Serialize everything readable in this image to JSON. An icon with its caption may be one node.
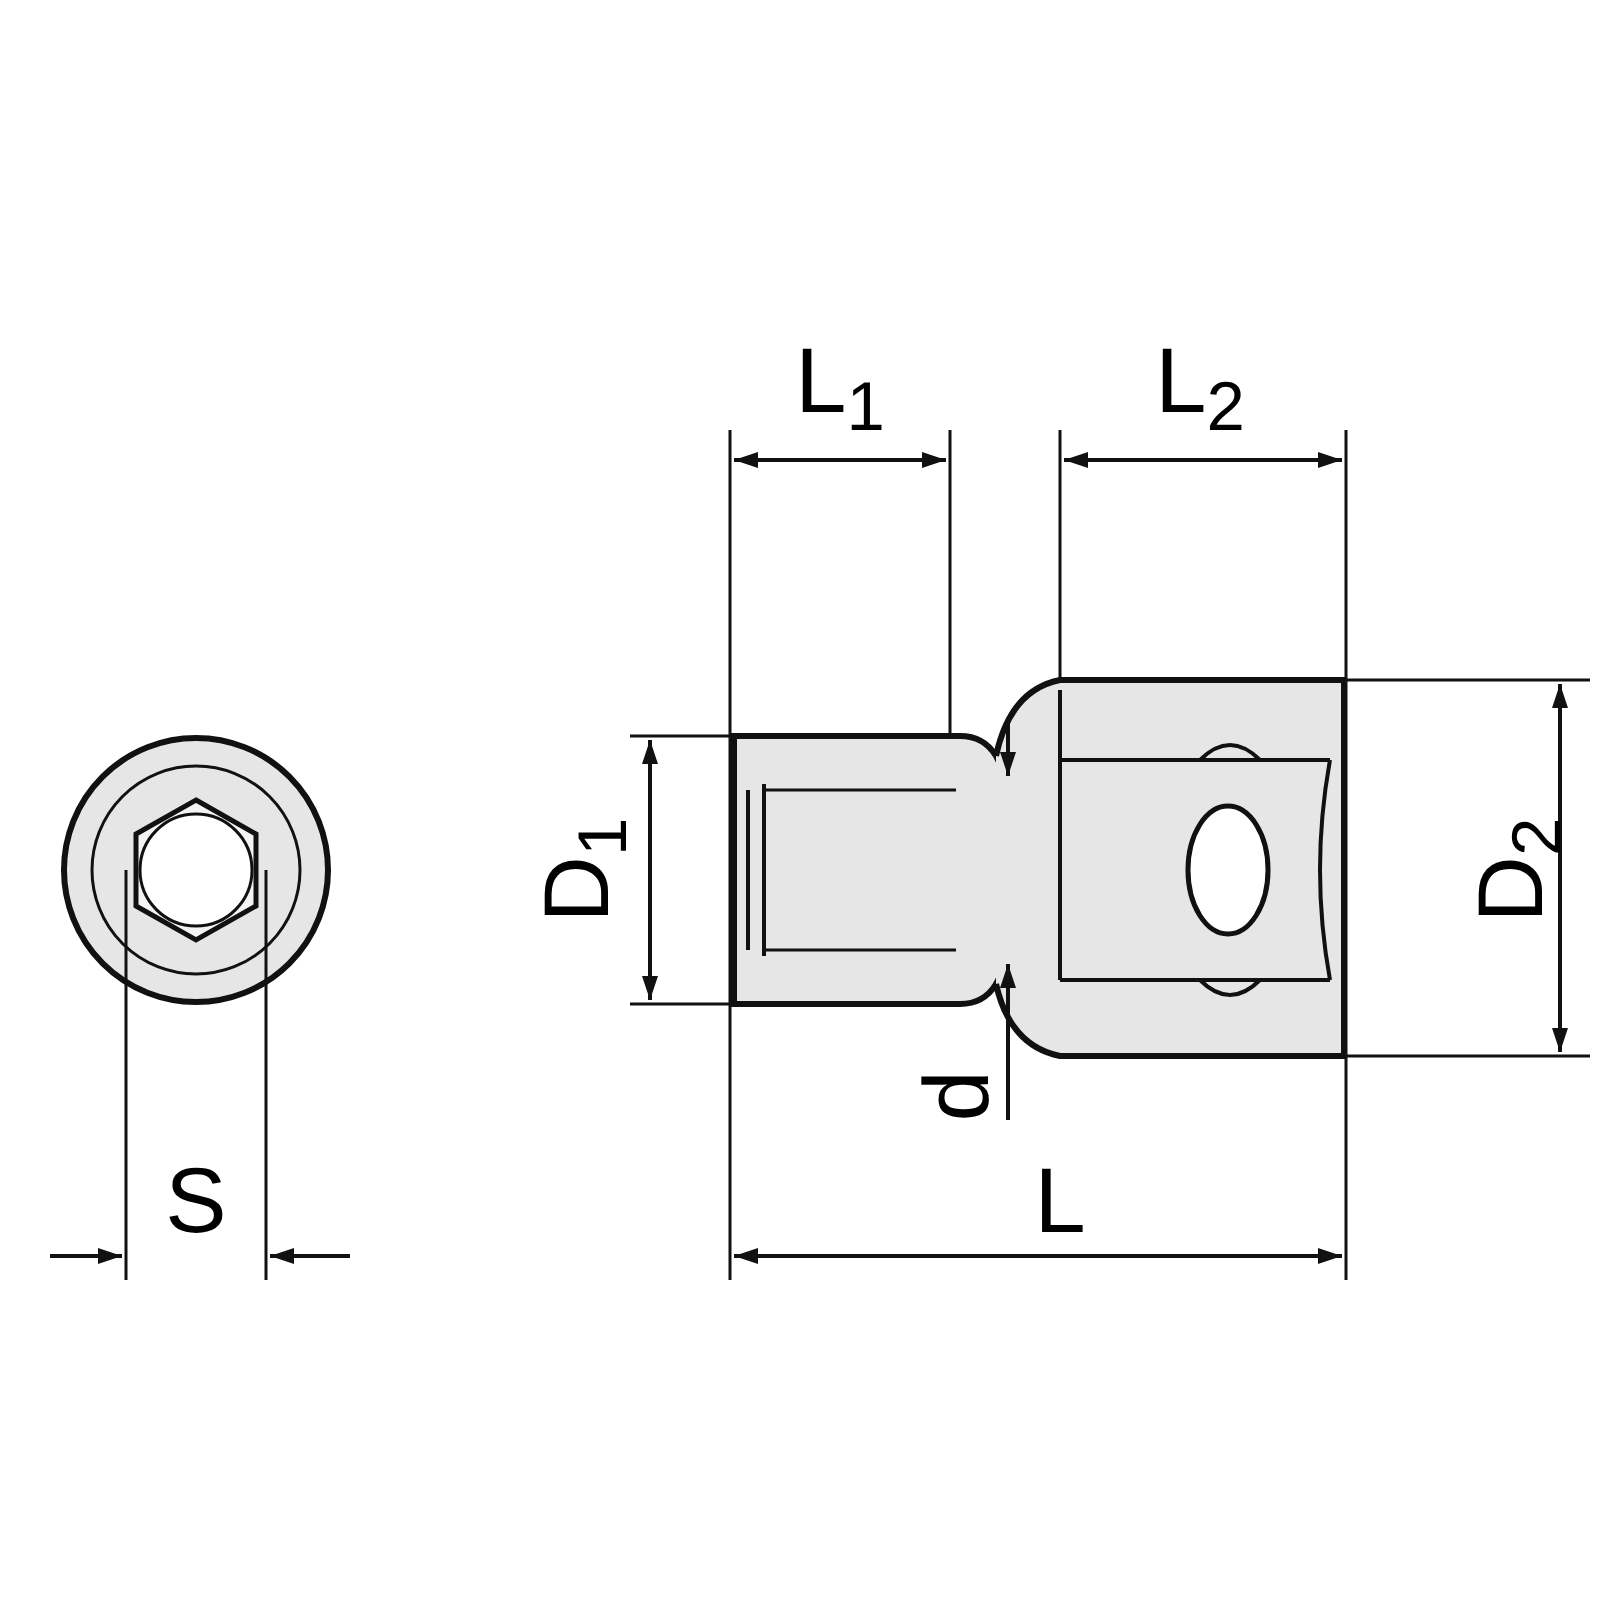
{
  "diagram": {
    "labels": [
      "L$_{1}$",
      "L$_{2}$",
      "D$_{1}$",
      "D$_{2}$",
      "S",
      "d",
      "L"
    ]
  }
}
